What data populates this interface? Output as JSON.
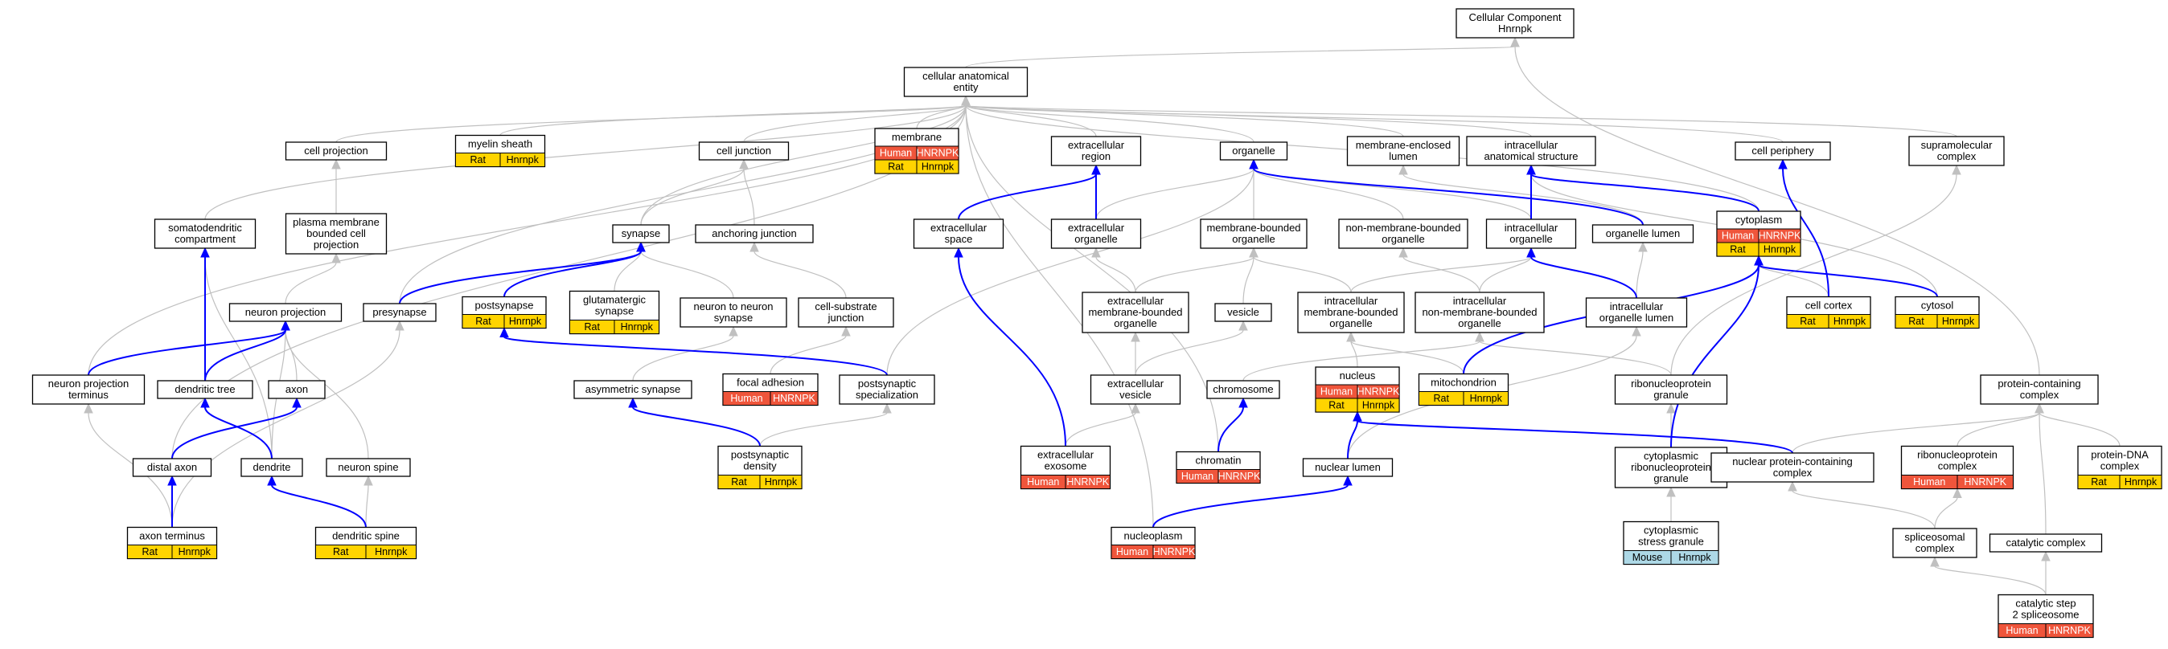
{
  "colors": {
    "human": "#ef553b",
    "rat": "#ffd400",
    "mouse": "#add8e6",
    "edge_gray": "#c0c0c0",
    "edge_blue": "#0000ff"
  },
  "nodes": {
    "root": [
      "Cellular Component",
      "Hnrnpk"
    ],
    "cae": [
      "cellular anatomical",
      "entity"
    ],
    "cell_projection": [
      "cell projection"
    ],
    "myelin_sheath": [
      "myelin sheath"
    ],
    "cell_junction": [
      "cell junction"
    ],
    "membrane": [
      "membrane"
    ],
    "extracellular_region": [
      "extracellular",
      "region"
    ],
    "organelle": [
      "organelle"
    ],
    "membrane_enclosed_lumen": [
      "membrane-enclosed",
      "lumen"
    ],
    "intracellular_anatomical_structure": [
      "intracellular",
      "anatomical structure"
    ],
    "cell_periphery": [
      "cell periphery"
    ],
    "supramolecular_complex": [
      "supramolecular",
      "complex"
    ],
    "somatodendritic": [
      "somatodendritic",
      "compartment"
    ],
    "pm_bounded_projection": [
      "plasma membrane",
      "bounded cell",
      "projection"
    ],
    "synapse": [
      "synapse"
    ],
    "anchoring_junction": [
      "anchoring junction"
    ],
    "extracellular_space": [
      "extracellular",
      "space"
    ],
    "extracellular_organelle": [
      "extracellular",
      "organelle"
    ],
    "membrane_bounded_organelle": [
      "membrane-bounded",
      "organelle"
    ],
    "non_membrane_bounded_organelle": [
      "non-membrane-bounded",
      "organelle"
    ],
    "intracellular_organelle": [
      "intracellular",
      "organelle"
    ],
    "organelle_lumen": [
      "organelle lumen"
    ],
    "cytoplasm": [
      "cytoplasm"
    ],
    "neuron_projection": [
      "neuron projection"
    ],
    "presynapse": [
      "presynapse"
    ],
    "postsynapse": [
      "postsynapse"
    ],
    "glutamatergic_synapse": [
      "glutamatergic",
      "synapse"
    ],
    "neuron_to_neuron_synapse": [
      "neuron to neuron",
      "synapse"
    ],
    "cell_substrate_junction": [
      "cell-substrate",
      "junction"
    ],
    "ec_membrane_bounded_organelle": [
      "extracellular",
      "membrane-bounded",
      "organelle"
    ],
    "vesicle": [
      "vesicle"
    ],
    "ic_membrane_bounded_organelle": [
      "intracellular",
      "membrane-bounded",
      "organelle"
    ],
    "ic_non_membrane_bounded_organelle": [
      "intracellular",
      "non-membrane-bounded",
      "organelle"
    ],
    "intracellular_organelle_lumen": [
      "intracellular",
      "organelle lumen"
    ],
    "cell_cortex": [
      "cell cortex"
    ],
    "cytosol": [
      "cytosol"
    ],
    "neuron_projection_terminus": [
      "neuron projection",
      "terminus"
    ],
    "dendritic_tree": [
      "dendritic tree"
    ],
    "axon": [
      "axon"
    ],
    "asymmetric_synapse": [
      "asymmetric synapse"
    ],
    "focal_adhesion": [
      "focal adhesion"
    ],
    "postsynaptic_specialization": [
      "postsynaptic",
      "specialization"
    ],
    "extracellular_vesicle": [
      "extracellular",
      "vesicle"
    ],
    "chromosome": [
      "chromosome"
    ],
    "nucleus": [
      "nucleus"
    ],
    "mitochondrion": [
      "mitochondrion"
    ],
    "ribonucleoprotein_granule": [
      "ribonucleoprotein",
      "granule"
    ],
    "protein_containing_complex": [
      "protein-containing",
      "complex"
    ],
    "distal_axon": [
      "distal axon"
    ],
    "dendrite": [
      "dendrite"
    ],
    "neuron_spine": [
      "neuron spine"
    ],
    "postsynaptic_density": [
      "postsynaptic",
      "density"
    ],
    "extracellular_exosome": [
      "extracellular",
      "exosome"
    ],
    "chromatin": [
      "chromatin"
    ],
    "nuclear_lumen": [
      "nuclear lumen"
    ],
    "cytoplasmic_rnp_granule": [
      "cytoplasmic",
      "ribonucleoprotein",
      "granule"
    ],
    "nuclear_protein_containing_complex": [
      "nuclear protein-containing",
      "complex"
    ],
    "ribonucleoprotein_complex": [
      "ribonucleoprotein",
      "complex"
    ],
    "protein_dna_complex": [
      "protein-DNA",
      "complex"
    ],
    "axon_terminus": [
      "axon terminus"
    ],
    "dendritic_spine": [
      "dendritic spine"
    ],
    "nucleoplasm": [
      "nucleoplasm"
    ],
    "cytoplasmic_stress_granule": [
      "cytoplasmic",
      "stress granule"
    ],
    "spliceosomal_complex": [
      "spliceosomal",
      "complex"
    ],
    "catalytic_complex": [
      "catalytic complex"
    ],
    "catalytic_step_2_spliceosome": [
      "catalytic step",
      "2 spliceosome"
    ]
  },
  "tags": {
    "myelin_sheath": [
      [
        "Rat",
        "Hnrnpk",
        "rat"
      ]
    ],
    "membrane": [
      [
        "Human",
        "HNRNPK",
        "human"
      ],
      [
        "Rat",
        "Hnrnpk",
        "rat"
      ]
    ],
    "cytoplasm": [
      [
        "Human",
        "HNRNPK",
        "human"
      ],
      [
        "Rat",
        "Hnrnpk",
        "rat"
      ]
    ],
    "postsynapse": [
      [
        "Rat",
        "Hnrnpk",
        "rat"
      ]
    ],
    "glutamatergic_synapse": [
      [
        "Rat",
        "Hnrnpk",
        "rat"
      ]
    ],
    "cell_cortex": [
      [
        "Rat",
        "Hnrnpk",
        "rat"
      ]
    ],
    "cytosol": [
      [
        "Rat",
        "Hnrnpk",
        "rat"
      ]
    ],
    "focal_adhesion": [
      [
        "Human",
        "HNRNPK",
        "human"
      ]
    ],
    "nucleus": [
      [
        "Human",
        "HNRNPK",
        "human"
      ],
      [
        "Rat",
        "Hnrnpk",
        "rat"
      ]
    ],
    "mitochondrion": [
      [
        "Rat",
        "Hnrnpk",
        "rat"
      ]
    ],
    "postsynaptic_density": [
      [
        "Rat",
        "Hnrnpk",
        "rat"
      ]
    ],
    "extracellular_exosome": [
      [
        "Human",
        "HNRNPK",
        "human"
      ]
    ],
    "chromatin": [
      [
        "Human",
        "HNRNPK",
        "human"
      ]
    ],
    "ribonucleoprotein_complex": [
      [
        "Human",
        "HNRNPK",
        "human"
      ]
    ],
    "protein_dna_complex": [
      [
        "Rat",
        "Hnrnpk",
        "rat"
      ]
    ],
    "axon_terminus": [
      [
        "Rat",
        "Hnrnpk",
        "rat"
      ]
    ],
    "dendritic_spine": [
      [
        "Rat",
        "Hnrnpk",
        "rat"
      ]
    ],
    "nucleoplasm": [
      [
        "Human",
        "HNRNPK",
        "human"
      ]
    ],
    "cytoplasmic_stress_granule": [
      [
        "Mouse",
        "Hnrnpk",
        "mouse"
      ]
    ],
    "catalytic_step_2_spliceosome": [
      [
        "Human",
        "HNRNPK",
        "human"
      ]
    ]
  },
  "edges_gray": [
    [
      "cae",
      "root"
    ],
    [
      "supramolecular_complex",
      "cae"
    ],
    [
      "protein_containing_complex",
      "root"
    ],
    [
      "cell_projection",
      "cae"
    ],
    [
      "myelin_sheath",
      "cae"
    ],
    [
      "cell_junction",
      "cae"
    ],
    [
      "membrane",
      "cae"
    ],
    [
      "extracellular_region",
      "cae"
    ],
    [
      "organelle",
      "cae"
    ],
    [
      "membrane_enclosed_lumen",
      "cae"
    ],
    [
      "intracellular_anatomical_structure",
      "cae"
    ],
    [
      "cell_periphery",
      "cae"
    ],
    [
      "somatodendritic",
      "cae"
    ],
    [
      "neuron_projection_terminus",
      "cae"
    ],
    [
      "distal_axon",
      "cae"
    ],
    [
      "presynapse",
      "cae"
    ],
    [
      "synapse",
      "cae"
    ],
    [
      "nucleoplasm",
      "cae"
    ],
    [
      "chromatin",
      "cae"
    ],
    [
      "cytoplasm",
      "cae"
    ],
    [
      "pm_bounded_projection",
      "cell_projection"
    ],
    [
      "neuron_projection",
      "pm_bounded_projection"
    ],
    [
      "synapse",
      "cell_junction"
    ],
    [
      "anchoring_junction",
      "cell_junction"
    ],
    [
      "cell_substrate_junction",
      "anchoring_junction"
    ],
    [
      "focal_adhesion",
      "cell_substrate_junction"
    ],
    [
      "postsynapse",
      "synapse"
    ],
    [
      "glutamatergic_synapse",
      "synapse"
    ],
    [
      "neuron_to_neuron_synapse",
      "synapse"
    ],
    [
      "asymmetric_synapse",
      "neuron_to_neuron_synapse"
    ],
    [
      "extracellular_organelle",
      "organelle"
    ],
    [
      "membrane_bounded_organelle",
      "organelle"
    ],
    [
      "non_membrane_bounded_organelle",
      "organelle"
    ],
    [
      "intracellular_organelle",
      "organelle"
    ],
    [
      "postsynaptic_specialization",
      "organelle"
    ],
    [
      "organelle_lumen",
      "membrane_enclosed_lumen"
    ],
    [
      "intracellular_organelle_lumen",
      "organelle_lumen"
    ],
    [
      "ec_membrane_bounded_organelle",
      "extracellular_organelle"
    ],
    [
      "ec_membrane_bounded_organelle",
      "membrane_bounded_organelle"
    ],
    [
      "vesicle",
      "membrane_bounded_organelle"
    ],
    [
      "ic_membrane_bounded_organelle",
      "membrane_bounded_organelle"
    ],
    [
      "ic_membrane_bounded_organelle",
      "intracellular_organelle"
    ],
    [
      "ic_non_membrane_bounded_organelle",
      "non_membrane_bounded_organelle"
    ],
    [
      "ic_non_membrane_bounded_organelle",
      "intracellular_organelle"
    ],
    [
      "extracellular_vesicle",
      "ec_membrane_bounded_organelle"
    ],
    [
      "extracellular_vesicle",
      "vesicle"
    ],
    [
      "extracellular_exosome",
      "extracellular_vesicle"
    ],
    [
      "nucleus",
      "ic_membrane_bounded_organelle"
    ],
    [
      "mitochondrion",
      "ic_membrane_bounded_organelle"
    ],
    [
      "chromosome",
      "ic_non_membrane_bounded_organelle"
    ],
    [
      "ribonucleoprotein_granule",
      "ic_non_membrane_bounded_organelle"
    ],
    [
      "cytoplasmic_rnp_granule",
      "ribonucleoprotein_granule"
    ],
    [
      "cytoplasmic_stress_granule",
      "cytoplasmic_rnp_granule"
    ],
    [
      "ribonucleoprotein_granule",
      "supramolecular_complex"
    ],
    [
      "cell_cortex",
      "cytoplasm"
    ],
    [
      "cytosol",
      "intracellular_anatomical_structure"
    ],
    [
      "nuclear_lumen",
      "intracellular_organelle_lumen"
    ],
    [
      "axon",
      "neuron_projection"
    ],
    [
      "dendrite",
      "neuron_projection"
    ],
    [
      "neuron_spine",
      "neuron_projection"
    ],
    [
      "dendritic_spine",
      "neuron_spine"
    ],
    [
      "axon_terminus",
      "neuron_projection_terminus"
    ],
    [
      "axon_terminus",
      "presynapse"
    ],
    [
      "dendrite",
      "somatodendritic"
    ],
    [
      "postsynaptic_density",
      "postsynaptic_specialization"
    ],
    [
      "nuclear_protein_containing_complex",
      "protein_containing_complex"
    ],
    [
      "ribonucleoprotein_complex",
      "protein_containing_complex"
    ],
    [
      "protein_dna_complex",
      "protein_containing_complex"
    ],
    [
      "spliceosomal_complex",
      "ribonucleoprotein_complex"
    ],
    [
      "spliceosomal_complex",
      "nuclear_protein_containing_complex"
    ],
    [
      "catalytic_complex",
      "protein_containing_complex"
    ],
    [
      "catalytic_step_2_spliceosome",
      "spliceosomal_complex"
    ],
    [
      "catalytic_step_2_spliceosome",
      "catalytic_complex"
    ]
  ],
  "edges_blue": [
    [
      "dendritic_tree",
      "somatodendritic"
    ],
    [
      "neuron_projection_terminus",
      "neuron_projection"
    ],
    [
      "dendritic_tree",
      "neuron_projection"
    ],
    [
      "distal_axon",
      "axon"
    ],
    [
      "axon_terminus",
      "distal_axon"
    ],
    [
      "dendrite",
      "dendritic_tree"
    ],
    [
      "dendritic_spine",
      "dendrite"
    ],
    [
      "presynapse",
      "synapse"
    ],
    [
      "postsynapse",
      "synapse"
    ],
    [
      "postsynaptic_specialization",
      "postsynapse"
    ],
    [
      "postsynaptic_density",
      "asymmetric_synapse"
    ],
    [
      "extracellular_space",
      "extracellular_region"
    ],
    [
      "extracellular_organelle",
      "extracellular_region"
    ],
    [
      "extracellular_exosome",
      "extracellular_space"
    ],
    [
      "intracellular_organelle",
      "intracellular_anatomical_structure"
    ],
    [
      "organelle_lumen",
      "organelle"
    ],
    [
      "intracellular_organelle_lumen",
      "intracellular_organelle"
    ],
    [
      "cytoplasm",
      "intracellular_anatomical_structure"
    ],
    [
      "cell_cortex",
      "cell_periphery"
    ],
    [
      "mitochondrion",
      "cytoplasm"
    ],
    [
      "cytoplasmic_rnp_granule",
      "cytoplasm"
    ],
    [
      "cytosol",
      "cytoplasm"
    ],
    [
      "chromatin",
      "chromosome"
    ],
    [
      "nuclear_lumen",
      "nucleus"
    ],
    [
      "nucleoplasm",
      "nuclear_lumen"
    ],
    [
      "nuclear_protein_containing_complex",
      "nucleus"
    ]
  ]
}
